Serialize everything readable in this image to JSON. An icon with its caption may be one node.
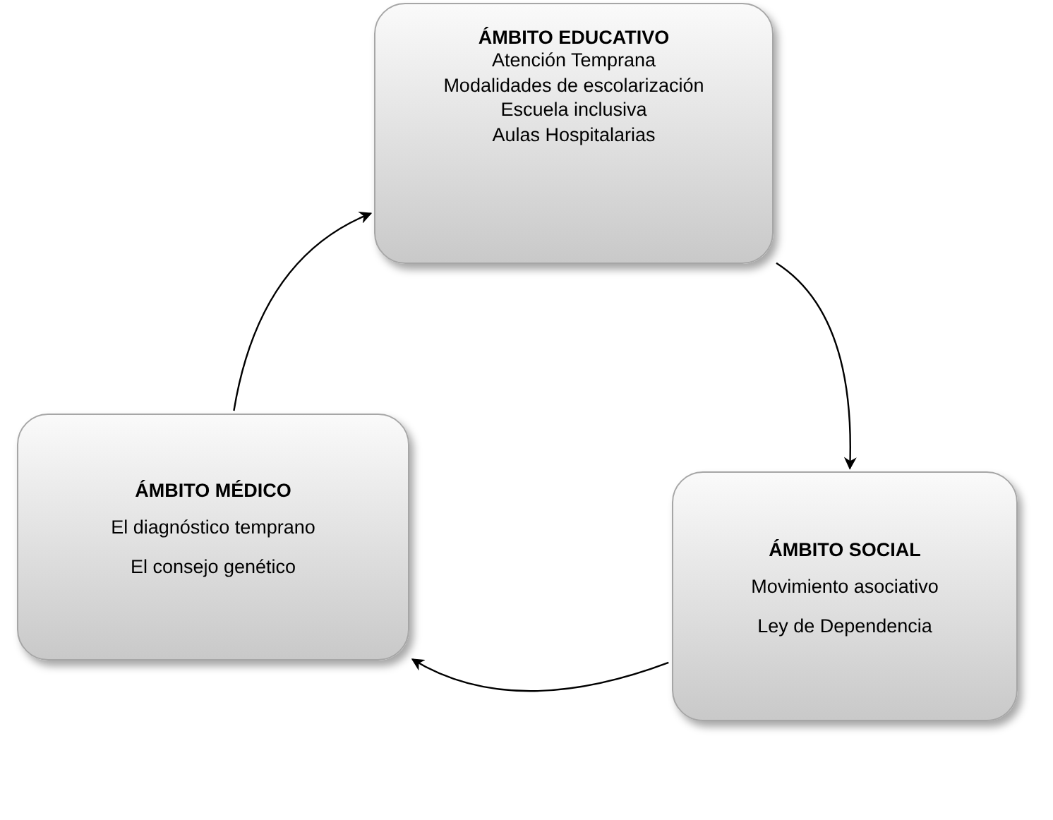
{
  "diagram": {
    "nodes": [
      {
        "text": [
          "ÁMBITO EDUCATIVO",
          "Atención Temprana",
          "Modalidades de escolarización",
          "Escuela inclusiva",
          "Aulas Hospitalarias"
        ]
      },
      {
        "text": [
          "ÁMBITO SOCIAL",
          "Movimiento asociativo",
          "Ley de Dependencia"
        ]
      },
      {
        "text": [
          "ÁMBITO MÉDICO",
          "El diagnóstico temprano",
          "El consejo genético"
        ]
      }
    ],
    "edges": [
      {
        "from": 2,
        "to": 0,
        "arrow": "to"
      },
      {
        "from": 0,
        "to": 1,
        "arrow": "to"
      },
      {
        "from": 1,
        "to": 2,
        "arrow": "to"
      }
    ]
  }
}
